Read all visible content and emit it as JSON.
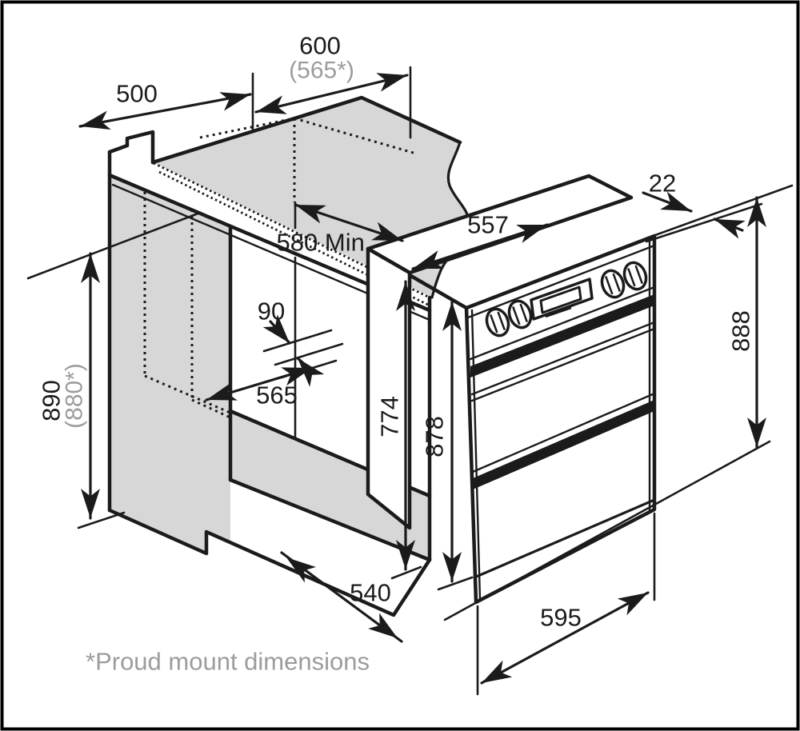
{
  "labels": {
    "d500": "500",
    "d600": "600",
    "d600_alt": "(565*)",
    "d580": "580 Min.",
    "d90": "90",
    "d565": "565",
    "d557": "557",
    "d22": "22",
    "d890": "890",
    "d890_alt": "(880*)",
    "d774": "774",
    "d878": "878",
    "d888": "888",
    "d540": "540",
    "d595": "595",
    "footnote": "*Proud mount dimensions"
  },
  "colors": {
    "line": "#1b1b1b",
    "cabinet_fill": "#d7d7d7",
    "muted_text": "#9c9c9c",
    "background": "#ffffff"
  }
}
